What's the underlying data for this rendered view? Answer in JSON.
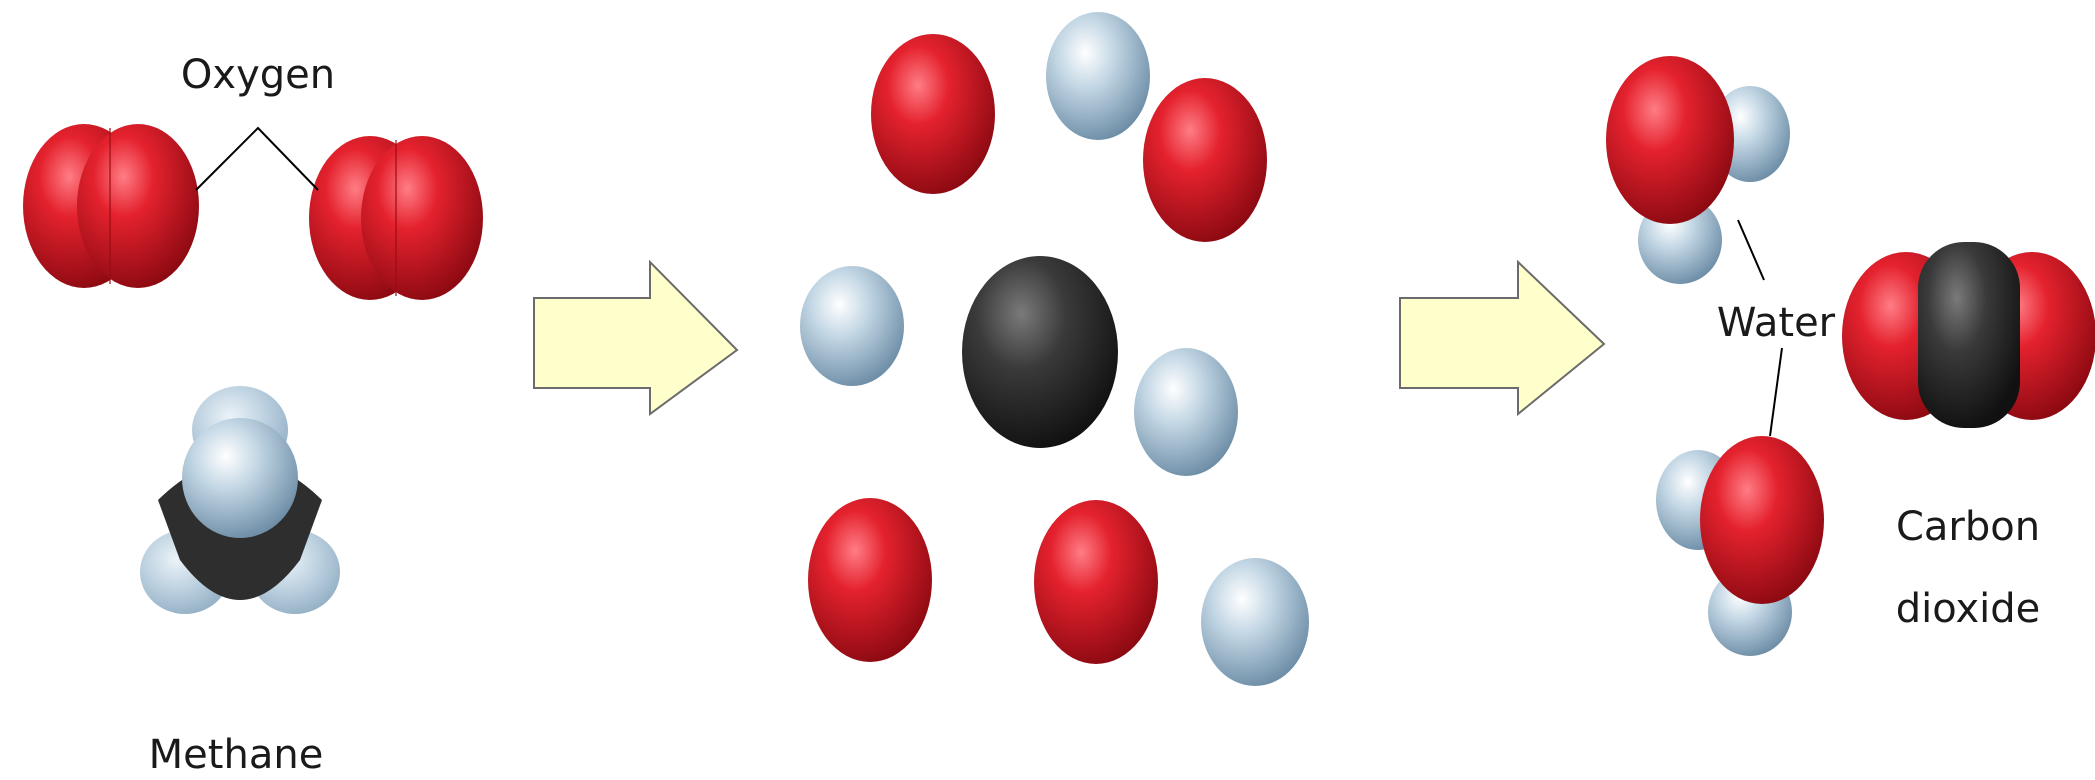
{
  "labels": {
    "oxygen": "Oxygen",
    "methane": "Methane",
    "water": "Water",
    "carbon_dioxide_line1": "Carbon",
    "carbon_dioxide_line2": "dioxide"
  },
  "colors": {
    "oxygen_atom": "#d8141f",
    "hydrogen_atom": "#a9c3d6",
    "carbon_atom": "#2b2b2b",
    "arrow_fill": "#ffffcc",
    "arrow_stroke": "#6b6b6b",
    "leader_line": "#000000"
  }
}
